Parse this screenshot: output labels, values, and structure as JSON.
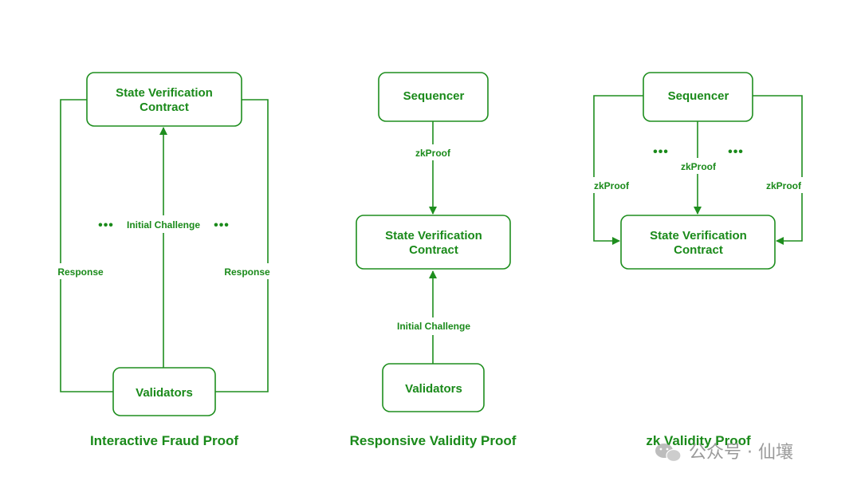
{
  "diagrams": {
    "interactive": {
      "caption": "Interactive Fraud Proof",
      "top_box": [
        "State Verification",
        "Contract"
      ],
      "bottom_box": "Validators",
      "center_label": "Initial Challenge",
      "left_label": "Response",
      "right_label": "Response",
      "ellipsis": "•••"
    },
    "responsive": {
      "caption": "Responsive Validity Proof",
      "top_box": "Sequencer",
      "middle_box": [
        "State Verification",
        "Contract"
      ],
      "bottom_box": "Validators",
      "upper_label": "zkProof",
      "lower_label": "Initial Challenge"
    },
    "zk": {
      "caption": "zk Validity Proof",
      "top_box": "Sequencer",
      "bottom_box": [
        "State Verification",
        "Contract"
      ],
      "center_label": "zkProof",
      "left_label": "zkProof",
      "right_label": "zkProof",
      "ellipsis": "•••"
    }
  },
  "watermark": {
    "text": "公众号 · 仙壤",
    "icon": "wechat-icon"
  },
  "colors": {
    "accent": "#1e8e1e",
    "background": "#ffffff",
    "watermark": "#9a9a9a"
  }
}
